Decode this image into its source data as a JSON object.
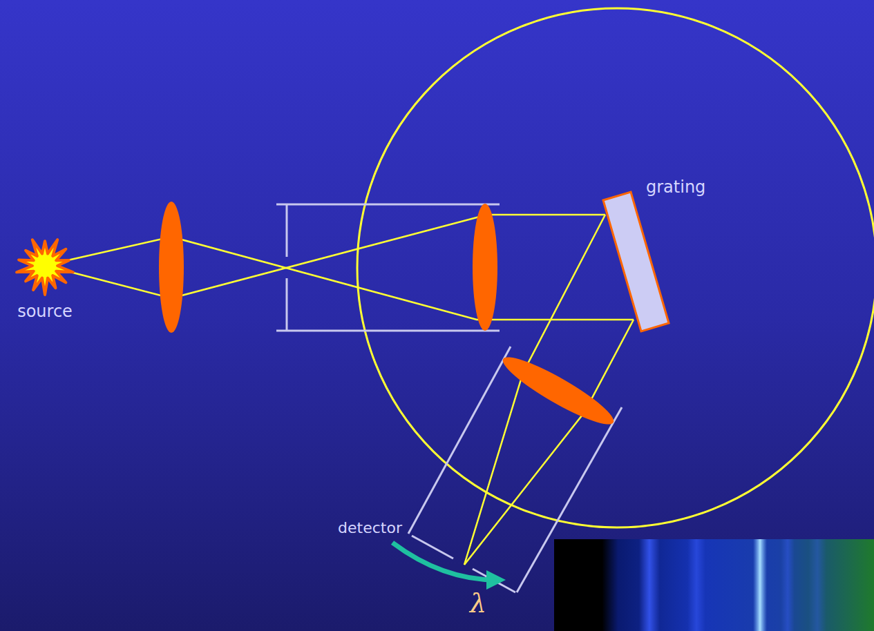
{
  "diagram": {
    "nodes": [
      {
        "text": [
          "source"
        ]
      },
      {
        "text": [
          "grating"
        ]
      }
    ],
    "labels": [
      "detector",
      "λ"
    ]
  }
}
